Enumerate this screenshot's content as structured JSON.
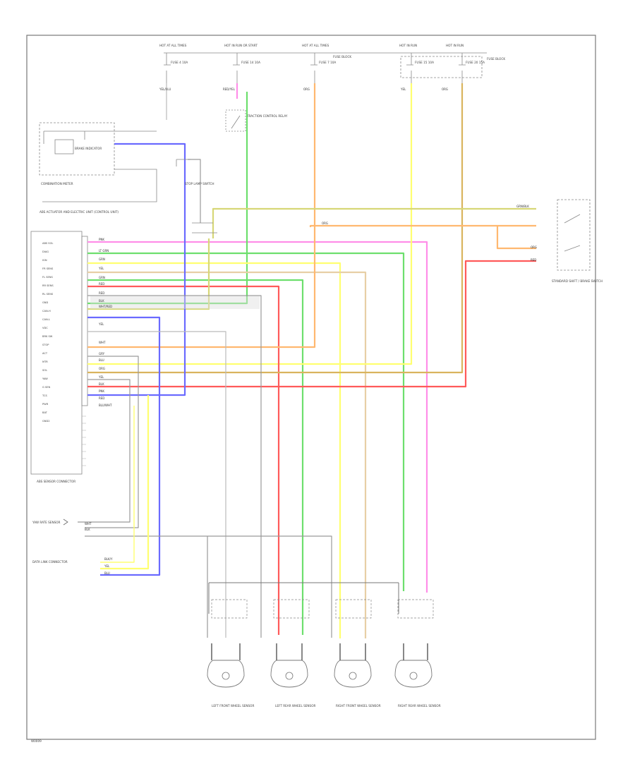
{
  "footer_code": "W0009",
  "top_fuses": [
    {
      "label": "HOT AT ALL TIMES"
    },
    {
      "label": "HOT IN RUN OR START"
    },
    {
      "label": "HOT AT ALL TIMES"
    },
    {
      "label": "HOT IN RUN"
    },
    {
      "label": "HOT IN RUN"
    }
  ],
  "fuse_labels": [
    "FUSE 4 10A",
    "FUSE 14 10A",
    "FUSE 7 10A",
    "FUSE 15 10A",
    "FUSE 20 15A"
  ],
  "block_labels": [
    "FUSE BLOCK",
    "FUSE BLOCK"
  ],
  "top_wire_labels": [
    "YEL/BLU",
    "RED/YEL",
    "ORG",
    "YEL",
    "ORG"
  ],
  "relay_label": "TRACTION CONTROL RELAY",
  "combination_meter_label": "COMBINATION METER",
  "brake_indicator_label": "BRAKE INDICATOR",
  "module_label": "ABS ACTUATOR AND ELECTRIC UNIT (CONTROL UNIT)",
  "sensor_connector_label": "ABS SENSOR CONNECTOR",
  "stop_switch_label": "STOP LAMP SWITCH",
  "yaw_sensor_label": "YAW RATE SENSOR",
  "data_link_label": "DATA LINK CONNECTOR",
  "module_pins": [
    "ABS SOL",
    "DIAG",
    "IGN",
    "FR SENS",
    "FL SENS",
    "RR SENS",
    "RL SENS",
    "GND",
    "CAN-H",
    "CAN-L",
    "VDC",
    "BRK SW",
    "STOP",
    "ACT",
    "MTR",
    "SOL",
    "YAW",
    "G SEN",
    "TCS",
    "PWR",
    "BAT",
    "GND2"
  ],
  "module_wire_labels": [
    "PNK",
    "LT GRN",
    "GRN",
    "YEL",
    "GRN",
    "RED",
    "RED",
    "BLK",
    "WHT/RED",
    "YEL",
    "WHT",
    "GRY",
    "BLU",
    "ORG",
    "YEL",
    "BLK",
    "PNK",
    "RED",
    "BLU/WHT"
  ],
  "wheel_sensors": [
    {
      "label": "LEFT FRONT WHEEL SENSOR"
    },
    {
      "label": "LEFT REAR WHEEL SENSOR"
    },
    {
      "label": "RIGHT FRONT WHEEL SENSOR"
    },
    {
      "label": "RIGHT REAR WHEEL SENSOR"
    }
  ],
  "right_switch_label": "STANDARD SHIFT / BRAKE SWITCH",
  "right_wire_labels": [
    "GRN/BLK",
    "ORG",
    "RED",
    "ORG"
  ],
  "bottom_wire_labels": [
    "BLK/Y",
    "YEL",
    "BLU",
    "WHT",
    "BLK"
  ],
  "colors": {
    "red": "#ff5a5a",
    "green": "#6ddf6d",
    "yellow": "#ffff70",
    "pink": "#ff8ee8",
    "blue": "#6a6aff",
    "orange": "#ffb870",
    "olive": "#d7d777",
    "gray": "#9a9a9a",
    "tan": "#e7cfa6"
  }
}
